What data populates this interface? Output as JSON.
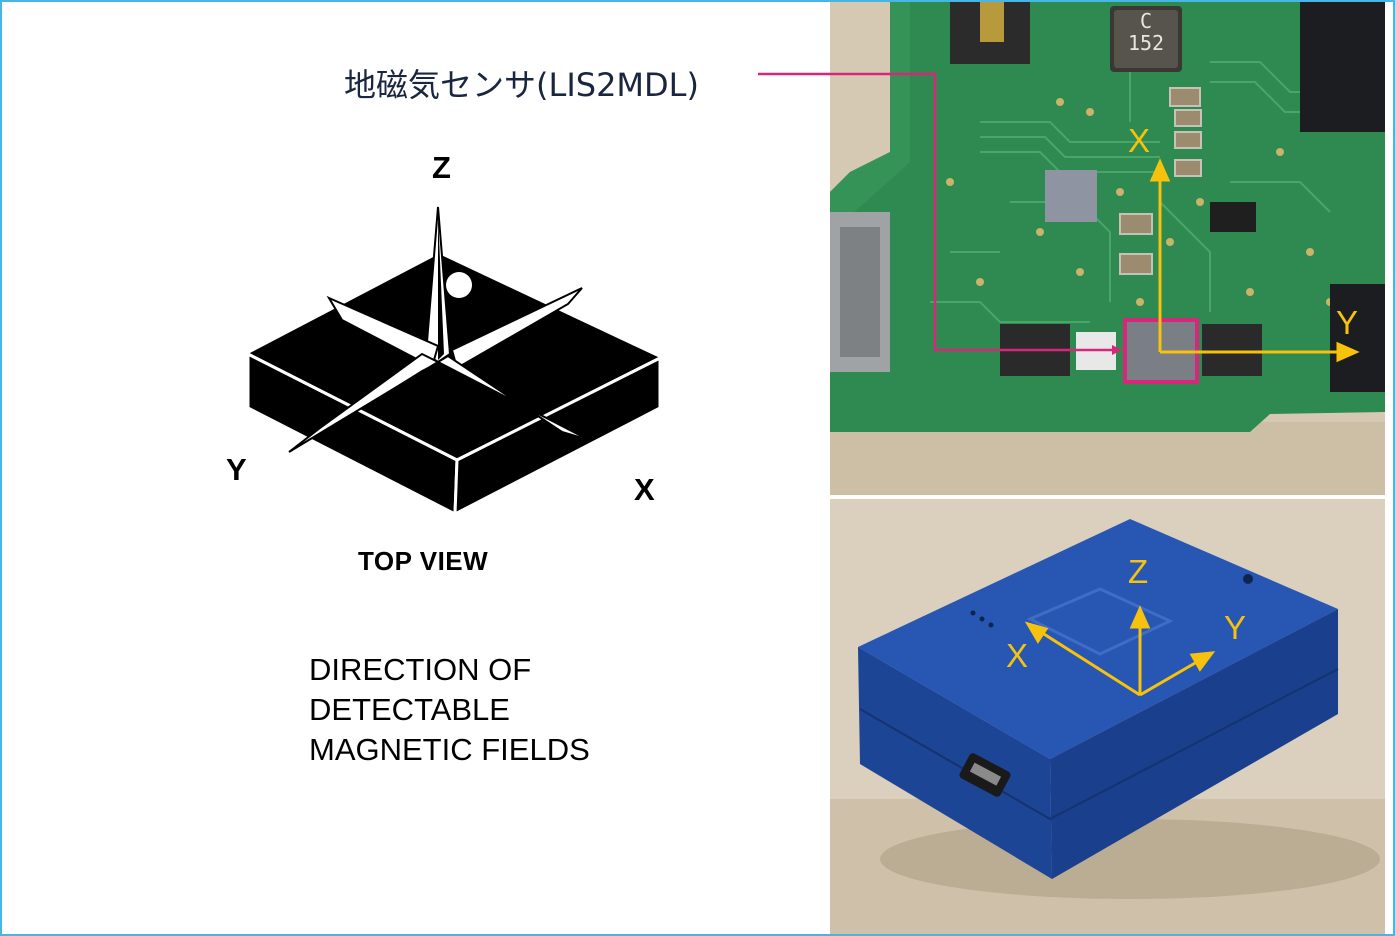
{
  "sensor_label": "地磁気センサ(LIS2MDL)",
  "diagram": {
    "axis_z": "Z",
    "axis_y": "Y",
    "axis_x": "X",
    "top_view": "TOP VIEW",
    "direction_lines": [
      "DIRECTION OF",
      "DETECTABLE",
      "MAGNETIC FIELDS"
    ]
  },
  "pcb_photo": {
    "axis_x": "X",
    "axis_y": "Y",
    "chip_text_1": "C",
    "chip_text_2": "152"
  },
  "device_photo": {
    "axis_z": "Z",
    "axis_x": "X",
    "axis_y": "Y"
  },
  "colors": {
    "frame": "#45b6e6",
    "leader_line": "#d6277a",
    "axis_arrows": "#f6c20c",
    "pcb_green": "#2e7f4c",
    "device_blue": "#1f4fa6"
  }
}
